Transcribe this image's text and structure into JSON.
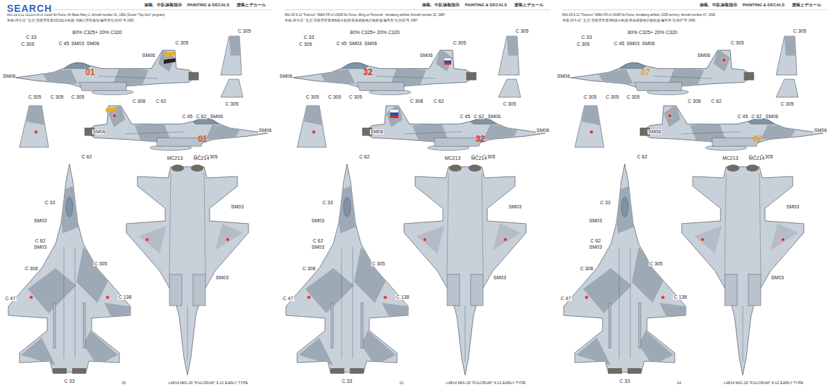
{
  "diagram": {
    "labels": [
      "涂装、中队涂装指示",
      "PAINTING & DECALS",
      "塗装とデカール",
      "MiG-29 9-12 1521st FR of USSR Air Force, Air Base Mary-1. Aircraft number 01, 1991 (Soviet \"Top Gun\" program)",
      "米格-29 9-12 “支点” 苏联空军第1521战斗机团 玛丽-1空军基地 编号为“红色01”号 1991",
      "80% C325+ 20% C320",
      "C 33",
      "C 305",
      "C 45",
      "SM03",
      "SM06",
      "C 305",
      "SM06",
      "SM06",
      "C 305",
      "C 305",
      "C 305",
      "C 308",
      "C 62",
      "01",
      "C 305",
      "C 305",
      "C 45",
      "C 62",
      "SM06",
      "SM06",
      "SM06",
      "C 62",
      "C 1",
      "C 305",
      "01",
      "C 33",
      "SM03",
      "C 62",
      "SM03",
      "C 308",
      "C 305",
      "C 47",
      "C 138",
      "C 33",
      "MC213",
      "MC214",
      "SM03",
      "SM03",
      "15",
      "L4814 MiG-29 \"FULCRUM\" 9-12 EARLY TYPE",
      "涂装、中队涂装指示",
      "PAINTING & DECALS",
      "塗装とデカール",
      "MiG-29 9-12 \"Fulcrum\" 968th FR of USSR Air Force, Wing on Pomorsk - Annaberg airfield. Aircraft number 32, 1987",
      "米格-29 9-12 “支点” 苏联空军第968战斗机团 驻东德安纳贝格机场 编号为“红色32”号 1987",
      "80% C325+ 20% C320",
      "C 33",
      "C 305",
      "C 45",
      "SM03",
      "SM06",
      "C 305",
      "SM06",
      "SM06",
      "C 305",
      "C 305",
      "C 305",
      "C 308",
      "C 62",
      "32",
      "C 305",
      "C 305",
      "C 45",
      "C 62",
      "SM06",
      "SM06",
      "SM06",
      "C 62",
      "C 1",
      "C 305",
      "32",
      "C 33",
      "SM03",
      "C 62",
      "SM03",
      "C 308",
      "C 305",
      "C 47",
      "C 138",
      "C 33",
      "MC213",
      "MC214",
      "SM03",
      "SM03",
      "13",
      "L4814 MiG-29 \"FULCRUM\" 9-12 EARLY TYPE",
      "涂装、中队涂装指示",
      "PAINTING & DECALS",
      "塗装とデカール",
      "MiG-29 9-12 \"Fulcrum\" 968th FR of USSR Air Force, Annaberg airfield, GDR territory. Aircraft number 07, 1990",
      "米格-29 9-12 “支点” 苏联空军第968战斗机团 驻东德安纳贝格机场 编号为“红色07”号 1990",
      "80% C325+ 20% C320",
      "C 33",
      "C 305",
      "C 45",
      "SM03",
      "SM06",
      "C 305",
      "SM06",
      "SM06",
      "C 305",
      "C 305",
      "C 305",
      "C 308",
      "C 62",
      "07",
      "C 305",
      "C 305",
      "C 45",
      "C 62",
      "SM06",
      "SM06",
      "SM06",
      "C 62",
      "C 1",
      "C 305",
      "07",
      "C 33",
      "SM03",
      "C 62",
      "SM03",
      "C 308",
      "C 305",
      "C 47",
      "C 138",
      "C 33",
      "MC213",
      "MC214",
      "SM03",
      "SM03",
      "14",
      "L4814 MiG-29 \"FULCRUM\" 9-12 EARLY TYPE",
      "SEARCH"
    ]
  }
}
